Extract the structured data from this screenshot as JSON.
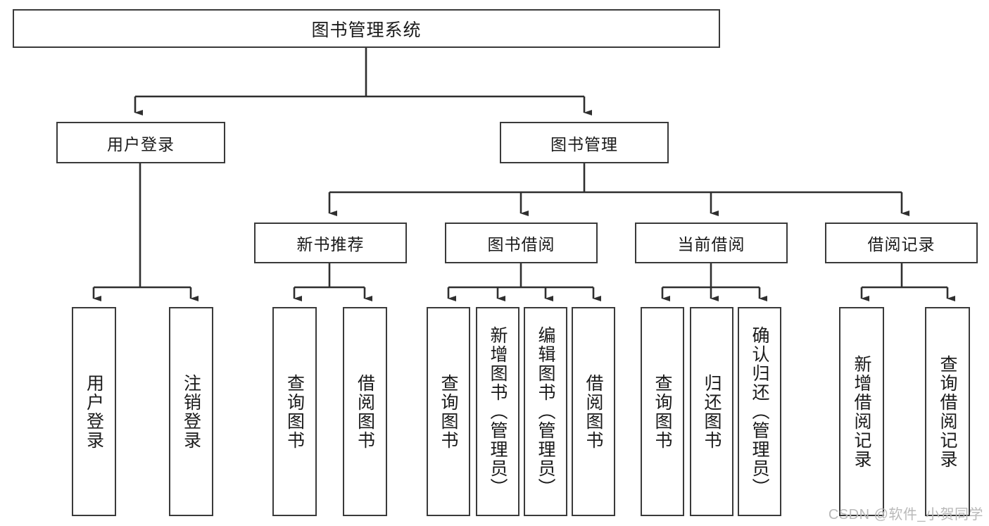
{
  "diagram": {
    "title": "图书管理系统",
    "watermark": "CSDN @软件_小贺同学",
    "levels": {
      "root": {
        "label": "图书管理系统"
      },
      "level2": [
        {
          "label": "用户登录"
        },
        {
          "label": "图书管理"
        }
      ],
      "level3": [
        {
          "label": "新书推荐"
        },
        {
          "label": "图书借阅"
        },
        {
          "label": "当前借阅"
        },
        {
          "label": "借阅记录"
        }
      ],
      "leaves": {
        "user_login": [
          {
            "label": "用户登录"
          },
          {
            "label": "注销登录"
          }
        ],
        "new_book_recommend": [
          {
            "label": "查询图书"
          },
          {
            "label": "借阅图书"
          }
        ],
        "book_borrow": [
          {
            "label": "查询图书"
          },
          {
            "label": "新增图书（管理员）"
          },
          {
            "label": "编辑图书（管理员）"
          },
          {
            "label": "借阅图书"
          }
        ],
        "current_borrow": [
          {
            "label": "查询图书"
          },
          {
            "label": "归还图书"
          },
          {
            "label": "确认归还（管理员）"
          }
        ],
        "borrow_record": [
          {
            "label": "新增借阅记录"
          },
          {
            "label": "查询借阅记录"
          }
        ]
      }
    },
    "colors": {
      "border": "#3a3a3a",
      "background": "#ffffff",
      "text": "#1a1a1a",
      "watermark": "#b9b9b9"
    }
  }
}
